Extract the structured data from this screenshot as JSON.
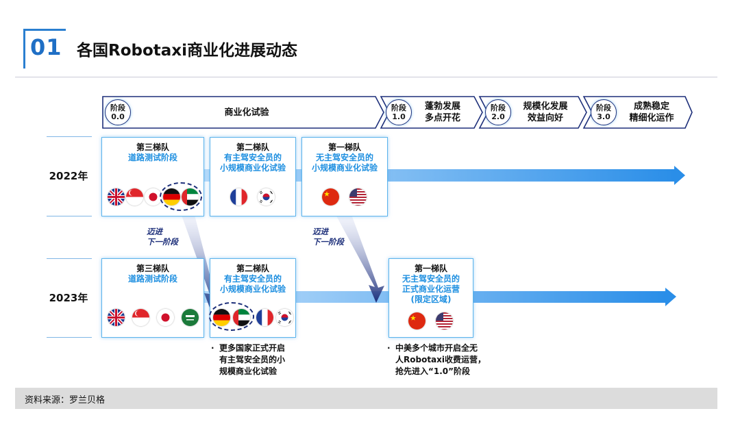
{
  "header": {
    "number": "01",
    "title": "各国Robotaxi商业化进展动态"
  },
  "stages": [
    {
      "phase": "阶段",
      "version": "0.0",
      "label": "商业化试验"
    },
    {
      "phase": "阶段",
      "version": "1.0",
      "label_line1": "蓬勃发展",
      "label_line2": "多点开花"
    },
    {
      "phase": "阶段",
      "version": "2.0",
      "label_line1": "规模化发展",
      "label_line2": "效益向好"
    },
    {
      "phase": "阶段",
      "version": "3.0",
      "label_line1": "成熟稳定",
      "label_line2": "精细化运作"
    }
  ],
  "years": {
    "y2022": "2022年",
    "y2023": "2023年"
  },
  "row2022": {
    "tier3": {
      "title": "第三梯队",
      "sub": "道路测试阶段",
      "flags": [
        "uk-flag-icon",
        "singapore-flag-icon",
        "japan-flag-icon",
        "germany-flag-icon",
        "uae-flag-icon"
      ]
    },
    "tier2": {
      "title": "第二梯队",
      "sub1": "有主驾安全员的",
      "sub2": "小规模商业化试验",
      "flags": [
        "france-flag-icon",
        "korea-flag-icon"
      ]
    },
    "tier1": {
      "title": "第一梯队",
      "sub1": "无主驾安全员的",
      "sub2": "小规模商业化试验",
      "flags": [
        "china-flag-icon",
        "usa-flag-icon"
      ]
    }
  },
  "row2023": {
    "tier3": {
      "title": "第三梯队",
      "sub": "道路测试阶段",
      "flags": [
        "uk-flag-icon",
        "singapore-flag-icon",
        "japan-flag-icon",
        "saudi-flag-icon"
      ]
    },
    "tier2": {
      "title": "第二梯队",
      "sub1": "有主驾安全员的",
      "sub2": "小规模商业化试验",
      "flags": [
        "germany-flag-icon",
        "uae-flag-icon",
        "france-flag-icon",
        "korea-flag-icon"
      ]
    },
    "tier1": {
      "title": "第一梯队",
      "sub1": "无主驾安全员的",
      "sub2": "正式商业化运营",
      "sub3": "(限定区域)",
      "flags": [
        "china-flag-icon",
        "usa-flag-icon"
      ]
    }
  },
  "advance": {
    "line1": "迈进",
    "line2": "下一阶段"
  },
  "notes": {
    "left": {
      "bullet": "·",
      "l1": "更多国家正式开启",
      "l2": "有主驾安全员的小",
      "l3": "规模商业化试验"
    },
    "right": {
      "bullet": "·",
      "l1": "中美多个城市开启全无",
      "l2": "人Robotaxi收费运营，",
      "l3": "抢先进入“1.0”阶段"
    }
  },
  "source": "资料来源：罗兰贝格",
  "colors": {
    "accent": "#1f6fc5",
    "navy": "#1d2f7a",
    "arrow": "#2a8ee8"
  }
}
